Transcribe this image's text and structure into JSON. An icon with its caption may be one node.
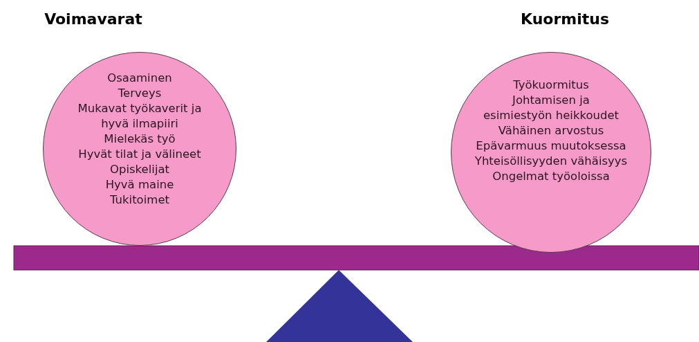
{
  "diagram": {
    "nodes": [
      {
        "text": [
          "Voimavarat",
          "Osaaminen",
          "Terveys",
          "Mukavat työkaverit ja hyvä ilmapiiri",
          "Mielekäs työ",
          "Hyvät tilat ja välineet",
          "Opiskelijat",
          "Hyvä maine",
          "Tukitoimet"
        ]
      },
      {
        "text": [
          "Kuormitus",
          "Työkuormitus",
          "Johtamisen ja esimiestyön heikkoudet",
          "Vähäinen arvostus",
          "Epävarmuus muutoksessa",
          "Yhteisöllisyyden vähäisyys",
          "Ongelmat työoloissa"
        ]
      }
    ],
    "edges": []
  }
}
